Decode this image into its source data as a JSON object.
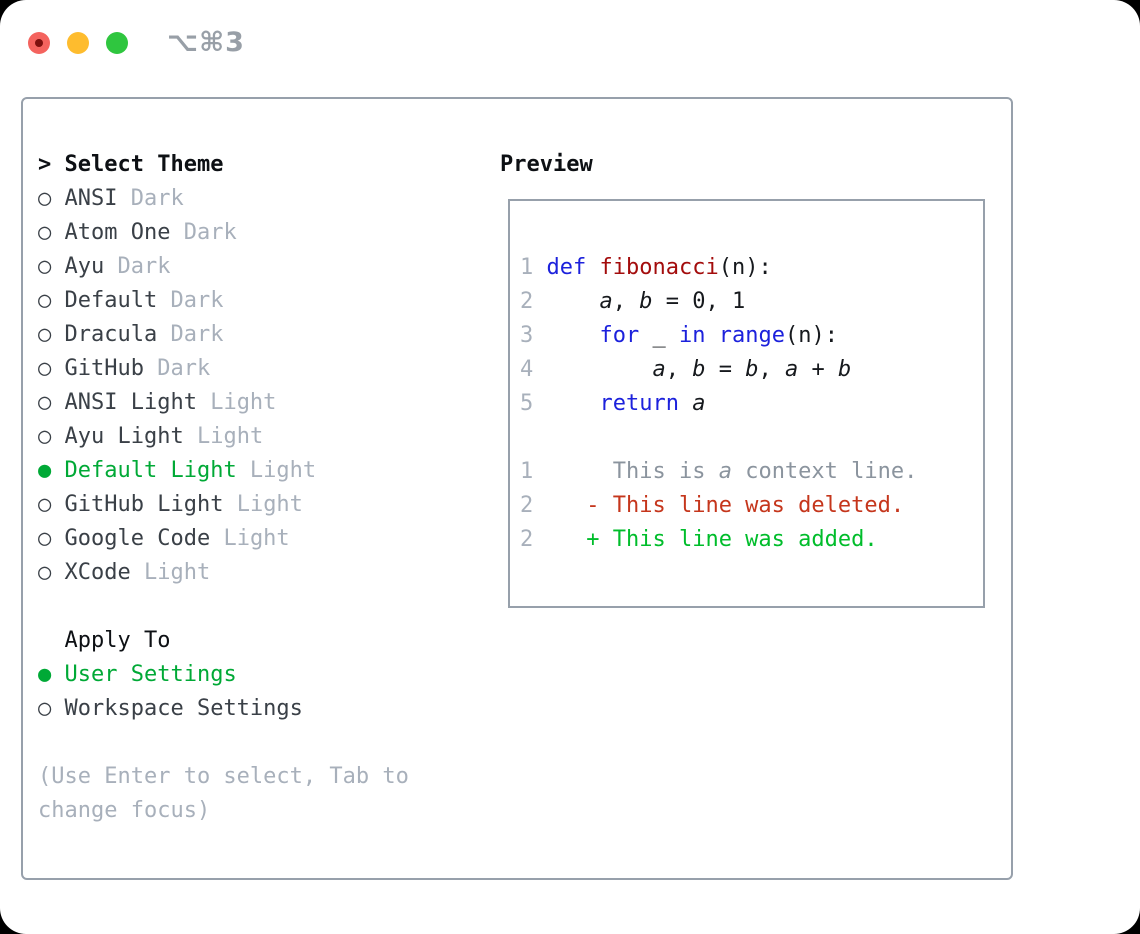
{
  "titlebar": {
    "shortcut": "⌥⌘3"
  },
  "theme_menu": {
    "cursor": ">",
    "title": "Select Theme",
    "icons": {
      "radio_unselected": "○",
      "radio_selected": "●"
    },
    "items": [
      {
        "name": "ANSI",
        "tag": "Dark",
        "selected": false
      },
      {
        "name": "Atom One",
        "tag": "Dark",
        "selected": false
      },
      {
        "name": "Ayu",
        "tag": "Dark",
        "selected": false
      },
      {
        "name": "Default",
        "tag": "Dark",
        "selected": false
      },
      {
        "name": "Dracula",
        "tag": "Dark",
        "selected": false
      },
      {
        "name": "GitHub",
        "tag": "Dark",
        "selected": false
      },
      {
        "name": "ANSI Light",
        "tag": "Light",
        "selected": false
      },
      {
        "name": "Ayu Light",
        "tag": "Light",
        "selected": false
      },
      {
        "name": "Default Light",
        "tag": "Light",
        "selected": true
      },
      {
        "name": "GitHub Light",
        "tag": "Light",
        "selected": false
      },
      {
        "name": "Google Code",
        "tag": "Light",
        "selected": false
      },
      {
        "name": "XCode",
        "tag": "Light",
        "selected": false
      }
    ]
  },
  "apply_to": {
    "title": "Apply To",
    "options": [
      {
        "name": "User Settings",
        "selected": true
      },
      {
        "name": "Workspace Settings",
        "selected": false
      }
    ]
  },
  "hint": {
    "line1": "(Use Enter to select, Tab to",
    "line2": "change focus)"
  },
  "preview": {
    "title": "Preview",
    "code_lines": [
      {
        "num": "1",
        "segments": [
          {
            "text": "def",
            "style": "kw"
          },
          {
            "text": " "
          },
          {
            "text": "fibonacci",
            "style": "fn"
          },
          {
            "text": "(n):"
          }
        ]
      },
      {
        "num": "2",
        "segments": [
          {
            "text": "    "
          },
          {
            "text": "a",
            "style": "var"
          },
          {
            "text": ", "
          },
          {
            "text": "b",
            "style": "var"
          },
          {
            "text": " = 0, 1"
          }
        ]
      },
      {
        "num": "3",
        "segments": [
          {
            "text": "    "
          },
          {
            "text": "for",
            "style": "kw"
          },
          {
            "text": " _ "
          },
          {
            "text": "in",
            "style": "kw"
          },
          {
            "text": " "
          },
          {
            "text": "range",
            "style": "kw"
          },
          {
            "text": "(n):"
          }
        ]
      },
      {
        "num": "4",
        "segments": [
          {
            "text": "        "
          },
          {
            "text": "a",
            "style": "var"
          },
          {
            "text": ", "
          },
          {
            "text": "b",
            "style": "var"
          },
          {
            "text": " = "
          },
          {
            "text": "b",
            "style": "var"
          },
          {
            "text": ", "
          },
          {
            "text": "a",
            "style": "var"
          },
          {
            "text": " + "
          },
          {
            "text": "b",
            "style": "var"
          }
        ]
      },
      {
        "num": "5",
        "segments": [
          {
            "text": "    "
          },
          {
            "text": "return",
            "style": "kw"
          },
          {
            "text": " "
          },
          {
            "text": "a",
            "style": "var"
          }
        ]
      }
    ],
    "diff_lines": [
      {
        "num": "1",
        "marker": " ",
        "kind": "ctx",
        "segments": [
          {
            "text": "This is "
          },
          {
            "text": "a",
            "style": "var"
          },
          {
            "text": " context line."
          }
        ]
      },
      {
        "num": "2",
        "marker": "-",
        "kind": "del",
        "segments": [
          {
            "text": "This line was deleted."
          }
        ]
      },
      {
        "num": "2",
        "marker": "+",
        "kind": "add",
        "segments": [
          {
            "text": "This line was added."
          }
        ]
      }
    ]
  },
  "colors": {
    "border": "#97a0ab",
    "heading": "#0d1014",
    "text": "#3a4047",
    "muted": "#a8b0bb",
    "ctx": "#8b949e",
    "green": "#00a936",
    "green-diff": "#00bd2b",
    "red-diff": "#c5361c",
    "keyword": "#1c21dc",
    "function": "#a30c0c",
    "code-text": "#16191d",
    "traffic-red": "#f4635e",
    "traffic-red-dot": "#7d100e",
    "traffic-yellow": "#febc2e",
    "traffic-green": "#2fc63f",
    "shortcut": "#989fa7"
  }
}
